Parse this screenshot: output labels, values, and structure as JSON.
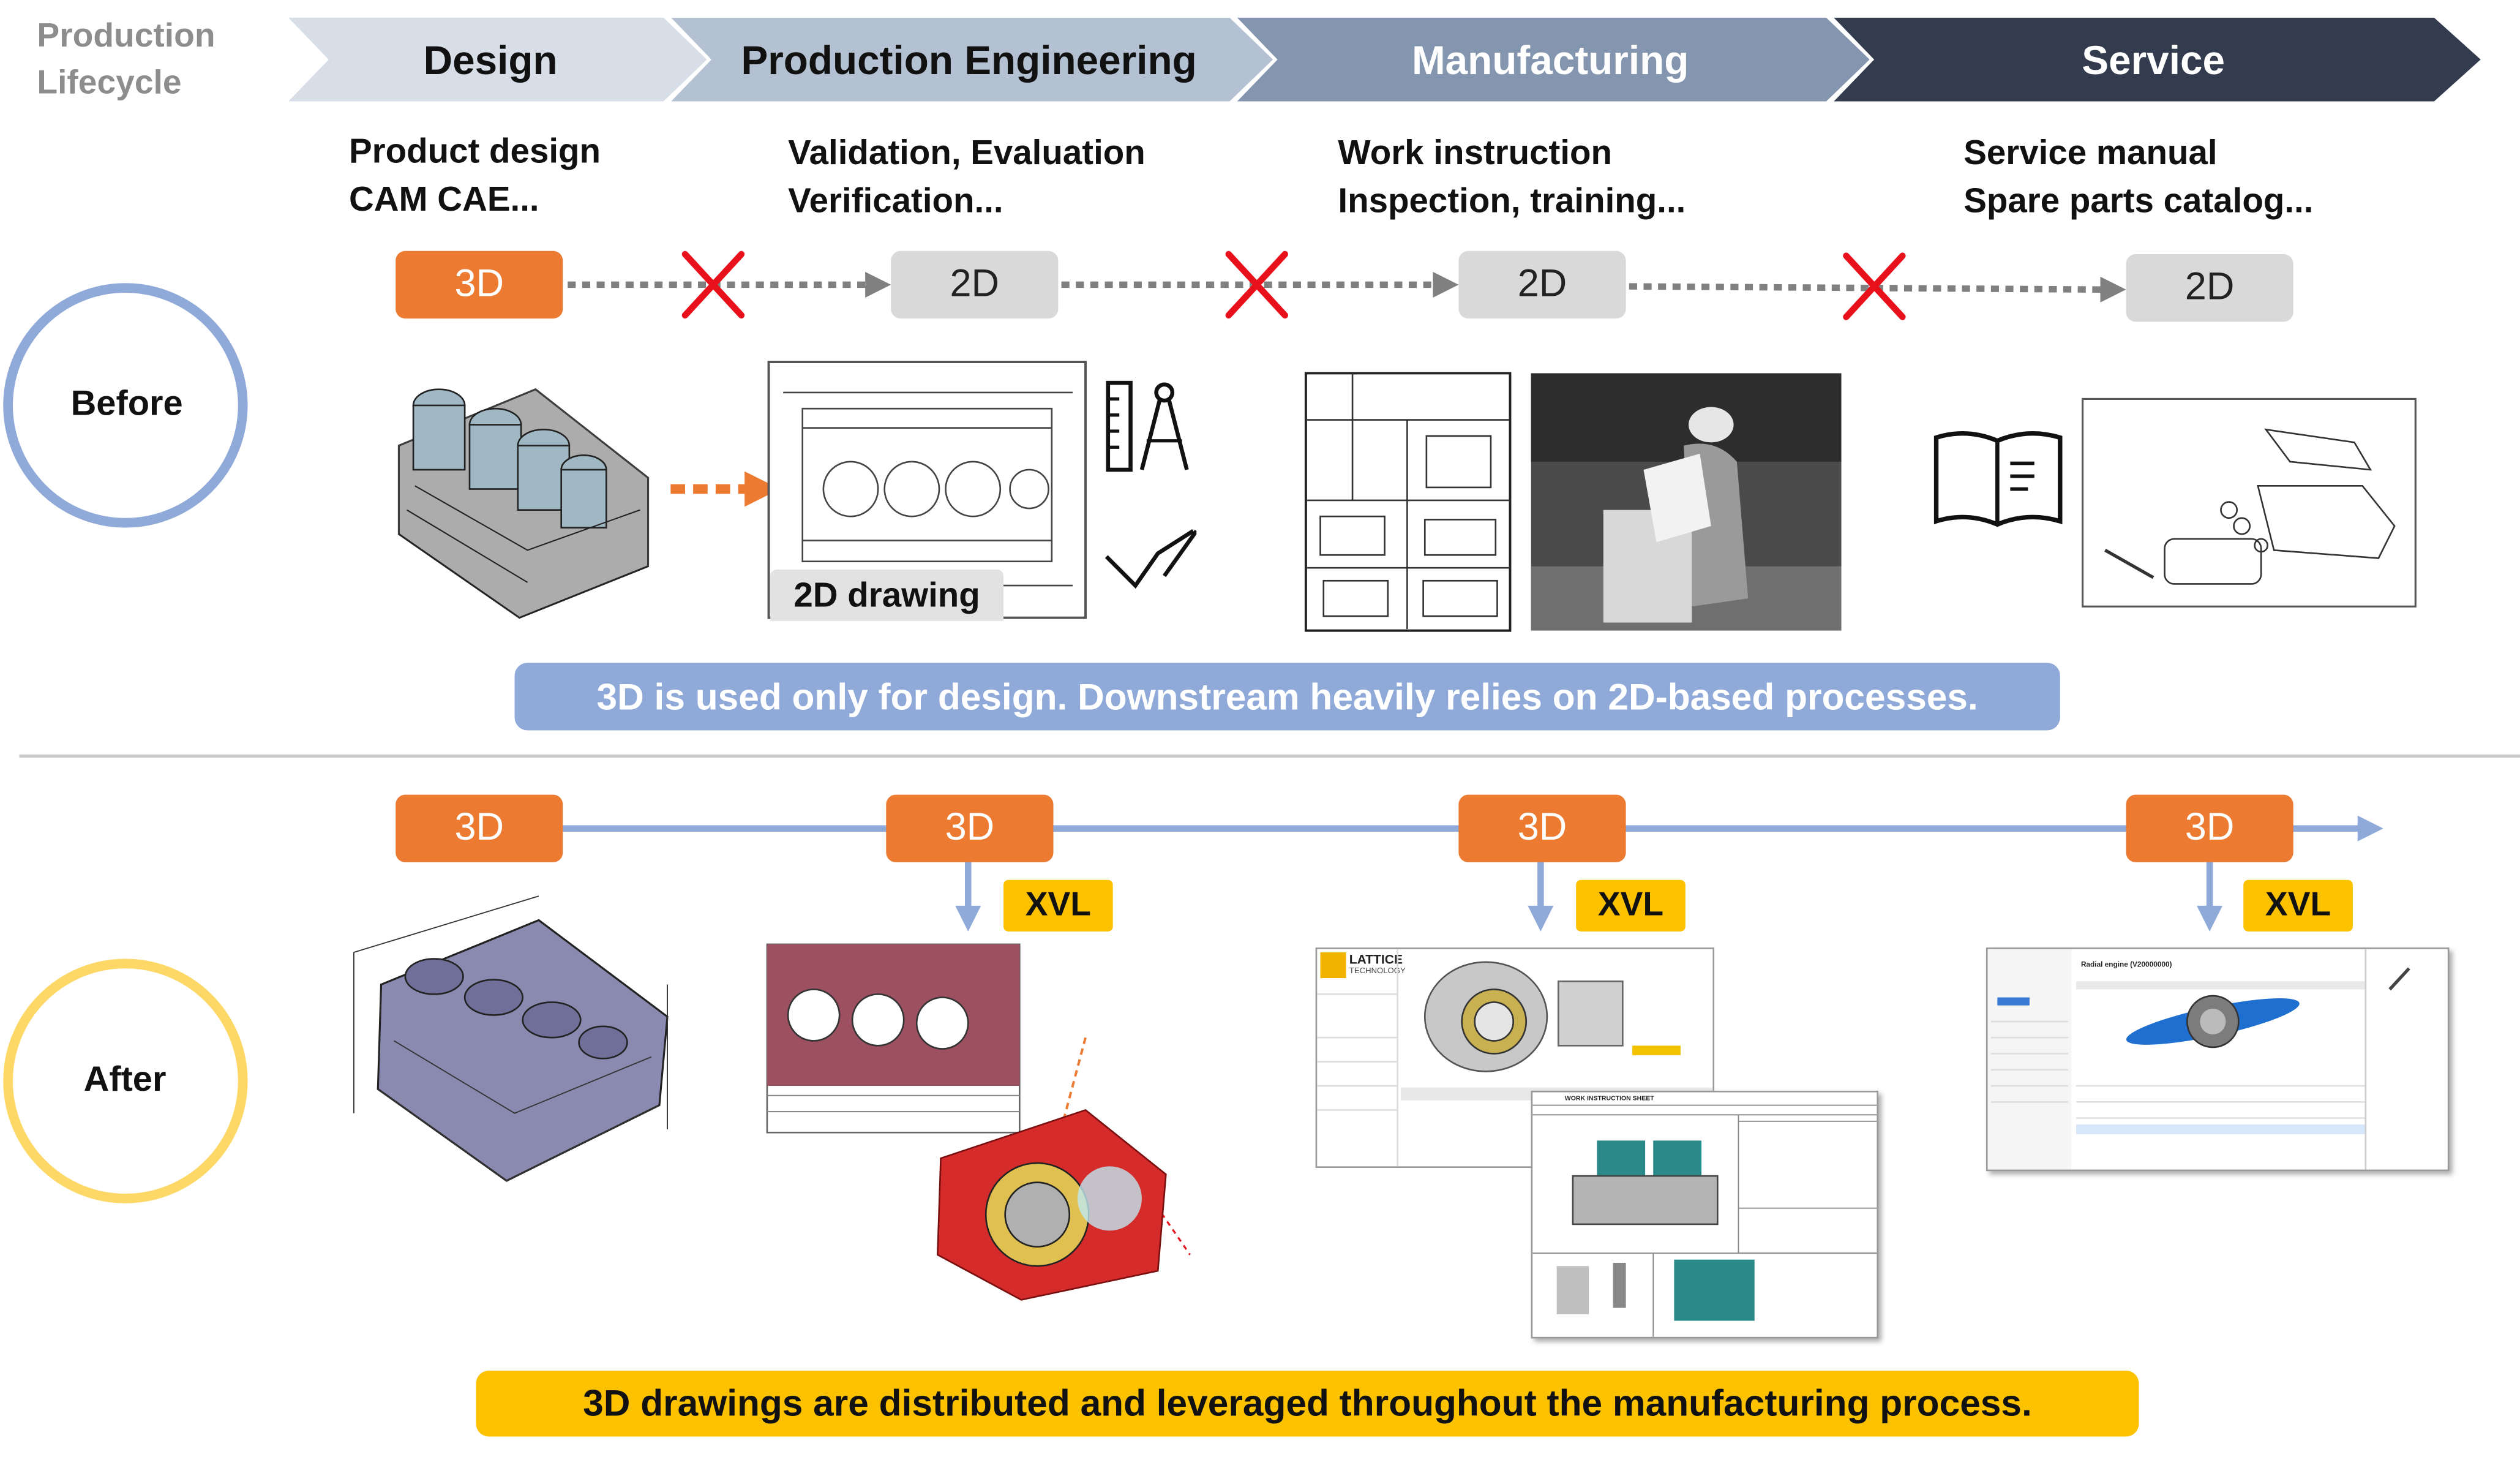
{
  "header": {
    "lifecycle_label": [
      "Production",
      "Lifecycle"
    ],
    "stages": [
      {
        "label": "Design",
        "fill": "#d7dee8",
        "text_color": "#111111"
      },
      {
        "label": "Production Engineering",
        "fill": "#b3c1d2",
        "text_color": "#111111"
      },
      {
        "label": "Manufacturing",
        "fill": "#8496af",
        "text_color": "#ffffff"
      },
      {
        "label": "Service",
        "fill": "#323c4e",
        "text_color": "#ffffff"
      }
    ]
  },
  "descriptions": [
    [
      "Product design",
      "CAM CAE..."
    ],
    [
      "Validation, Evaluation",
      "Verification..."
    ],
    [
      "Work instruction",
      "Inspection, training..."
    ],
    [
      "Service manual",
      "Spare parts catalog..."
    ]
  ],
  "before": {
    "label": "Before",
    "tags": [
      "3D",
      "2D",
      "2D",
      "2D"
    ],
    "drawing_caption": "2D drawing",
    "banner": "3D is used only for design.  Downstream heavily relies on 2D-based processes."
  },
  "after": {
    "label": "After",
    "tags": [
      "3D",
      "3D",
      "3D",
      "3D"
    ],
    "xvl_labels": [
      "XVL",
      "XVL",
      "XVL"
    ],
    "app_title": "Radial engine (V20000000)",
    "logo_text": "LATTICE",
    "logo_sub": "TECHNOLOGY",
    "sheet_title": "WORK INSTRUCTION SHEET",
    "banner": "3D drawings are distributed and leveraged throughout the manufacturing process."
  },
  "colors": {
    "orange": "#ec7a30",
    "gray_tag": "#d9d9d9",
    "before_ring": "#8fa9d8",
    "after_ring": "#fdd866",
    "blue_line": "#8fa9d8",
    "before_banner": "#8fa9d8",
    "after_banner": "#fcc200",
    "red_x": "#e8101b"
  }
}
